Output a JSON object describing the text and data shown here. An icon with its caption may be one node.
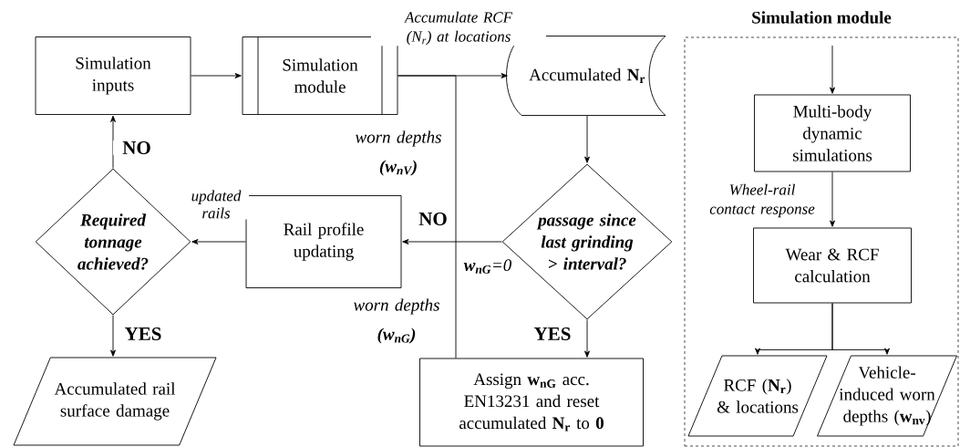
{
  "diagram": {
    "nodes": [
      {
        "text": [
          "Simulation inputs"
        ]
      },
      {
        "text": [
          "Simulation module"
        ]
      },
      {
        "text": [
          "Accumulated **N$_{r}$**"
        ]
      },
      {
        "text": [
          "passage since last grinding > interval?"
        ]
      },
      {
        "text": [
          "Rail profile updating"
        ]
      },
      {
        "text": [
          "Required tonnage achieved?"
        ]
      },
      {
        "text": [
          "Accumulated rail surface damage"
        ]
      },
      {
        "text": [
          "Assign **w$_{nG}$** acc. EN13231 and reset accumulated **N$_{r}$** to **0**"
        ]
      },
      {
        "text": [
          "Simulation module"
        ]
      },
      {
        "text": [
          "Multi-body dynamic simulations"
        ],
        "in": 8
      },
      {
        "text": [
          "Wear & RCF calculation"
        ],
        "in": 8
      },
      {
        "text": [
          "RCF (**N$_{r}$**) & locations"
        ],
        "in": 8
      },
      {
        "text": [
          "Vehicle-induced worn depths (**w$_{nv}$**)"
        ],
        "in": 8
      }
    ],
    "edges": [
      {
        "from": 0,
        "to": 1,
        "arrow": "to"
      },
      {
        "from": 1,
        "to": 2,
        "arrow": "to",
        "label": "Accumulate RCF (N$_{r}$) at locations"
      },
      {
        "from": 2,
        "to": 3,
        "arrow": "to"
      },
      {
        "from": 3,
        "to": 4,
        "arrow": "to",
        "label": "NO"
      },
      {
        "from": 4,
        "to": 5,
        "arrow": "to",
        "label": "updated rails"
      },
      {
        "from": 5,
        "to": 0,
        "arrow": "to",
        "label": "NO"
      },
      {
        "from": 5,
        "to": 6,
        "arrow": "to",
        "label": "YES"
      },
      {
        "from": 3,
        "to": 7,
        "arrow": "to",
        "label": "YES"
      },
      {
        "from": 1,
        "to": 7,
        "arrow": "none"
      },
      {
        "from": null,
        "to": 9,
        "arrow": "to"
      },
      {
        "from": 9,
        "to": 10,
        "arrow": "to",
        "label": "Wheel-rail contact response"
      },
      {
        "from": 10,
        "to": 11,
        "arrow": "to"
      },
      {
        "from": 10,
        "to": 12,
        "arrow": "to"
      }
    ],
    "labels": [
      "worn depths **(w$_{nV}$)**",
      "**w$_{nG}$**=0",
      "worn depths **(w$_{nG}$)**"
    ]
  }
}
